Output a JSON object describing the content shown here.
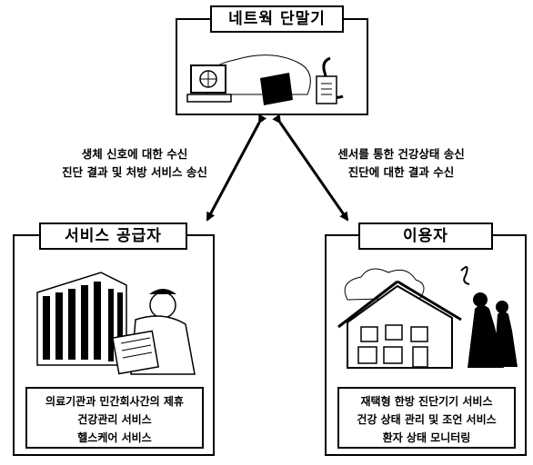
{
  "terminal": {
    "title": "네트웍 단말기"
  },
  "provider": {
    "title": "서비스 공급자",
    "items": [
      "의료기관과 민간회사간의 제휴",
      "건강관리 서비스",
      "헬스케어 서비스"
    ]
  },
  "user": {
    "title": "이용자",
    "items": [
      "재택형 한방 진단기기 서비스",
      "건강 상태 관리 및 조언 서비스",
      "환자 상태 모니터링"
    ]
  },
  "edges": {
    "left": [
      "생체 신호에 대한 수신",
      "진단 결과 및 처방 서비스 송신"
    ],
    "right": [
      "센서를 통한 건강상태 송신",
      "진단에 대한 결과 수신"
    ]
  }
}
